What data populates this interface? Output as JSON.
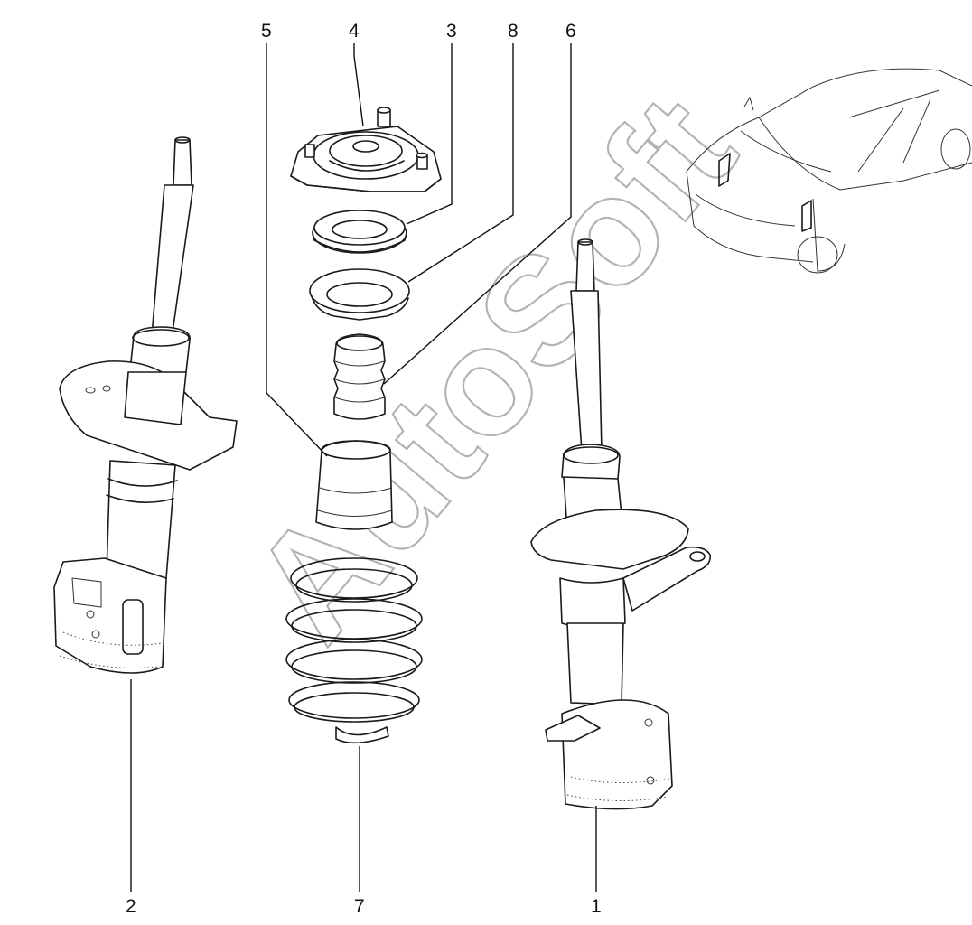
{
  "diagram": {
    "callouts": [
      {
        "id": "5",
        "label": "5"
      },
      {
        "id": "4",
        "label": "4"
      },
      {
        "id": "3",
        "label": "3"
      },
      {
        "id": "8",
        "label": "8"
      },
      {
        "id": "6",
        "label": "6"
      },
      {
        "id": "2",
        "label": "2"
      },
      {
        "id": "7",
        "label": "7"
      },
      {
        "id": "1",
        "label": "1"
      }
    ],
    "watermark": "AutoSoft",
    "parts_icons": [
      "strut-top-mount-icon",
      "bearing-ring-icon",
      "spring-seat-icon",
      "bump-stop-icon",
      "dust-boot-icon",
      "coil-spring-icon",
      "shock-absorber-right-icon",
      "shock-absorber-left-icon",
      "car-locator-icon"
    ]
  }
}
